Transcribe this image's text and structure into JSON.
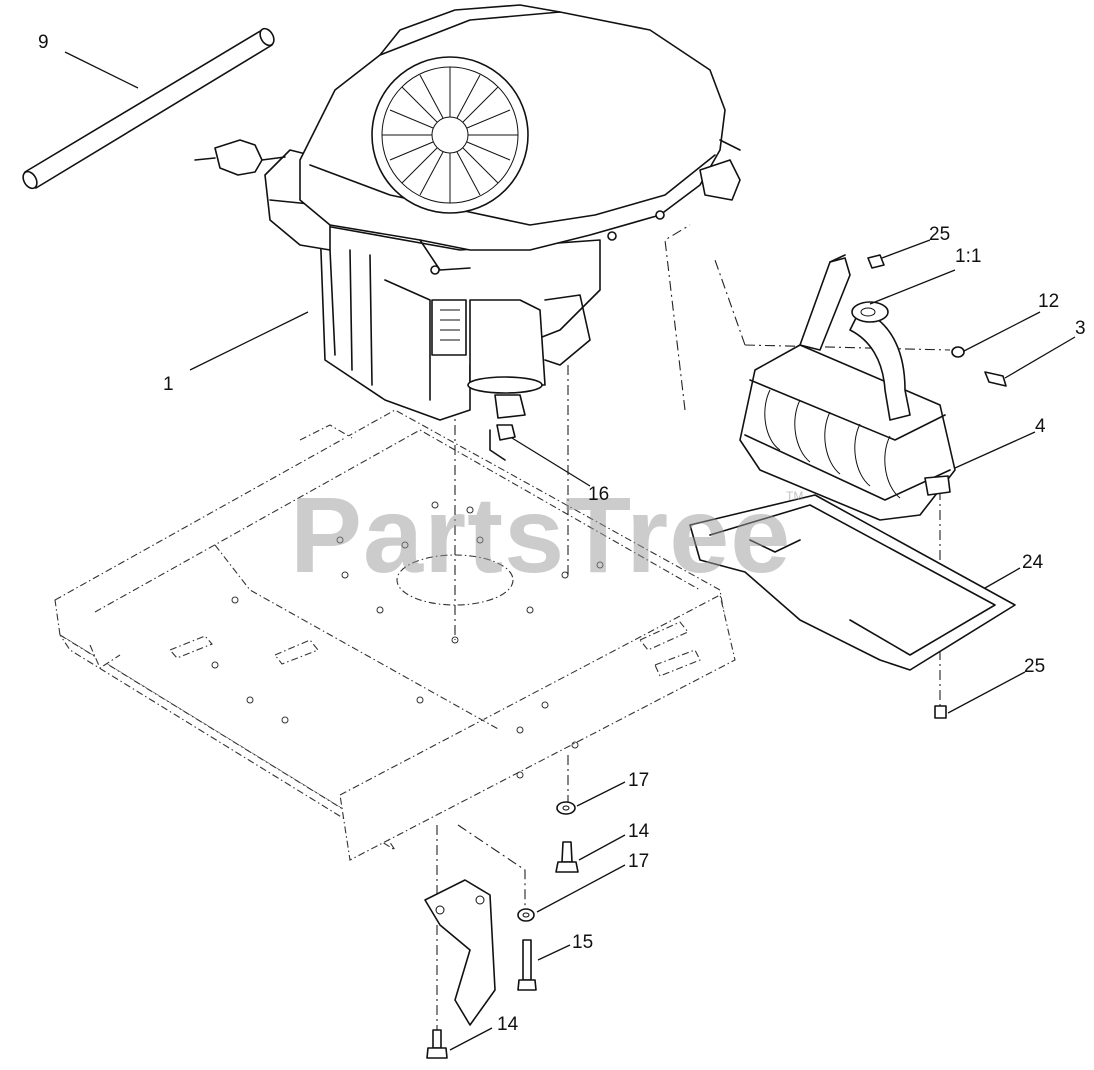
{
  "watermark": {
    "text": "PartsTree",
    "trademark": "TM"
  },
  "callouts": [
    {
      "id": "c9",
      "label": "9"
    },
    {
      "id": "c1",
      "label": "1"
    },
    {
      "id": "c25a",
      "label": "25"
    },
    {
      "id": "c11",
      "label": "1:1"
    },
    {
      "id": "c12",
      "label": "12"
    },
    {
      "id": "c3",
      "label": "3"
    },
    {
      "id": "c4",
      "label": "4"
    },
    {
      "id": "c16",
      "label": "16"
    },
    {
      "id": "c24",
      "label": "24"
    },
    {
      "id": "c25b",
      "label": "25"
    },
    {
      "id": "c17a",
      "label": "17"
    },
    {
      "id": "c14a",
      "label": "14"
    },
    {
      "id": "c17b",
      "label": "17"
    },
    {
      "id": "c15",
      "label": "15"
    },
    {
      "id": "c14b",
      "label": "14"
    }
  ]
}
